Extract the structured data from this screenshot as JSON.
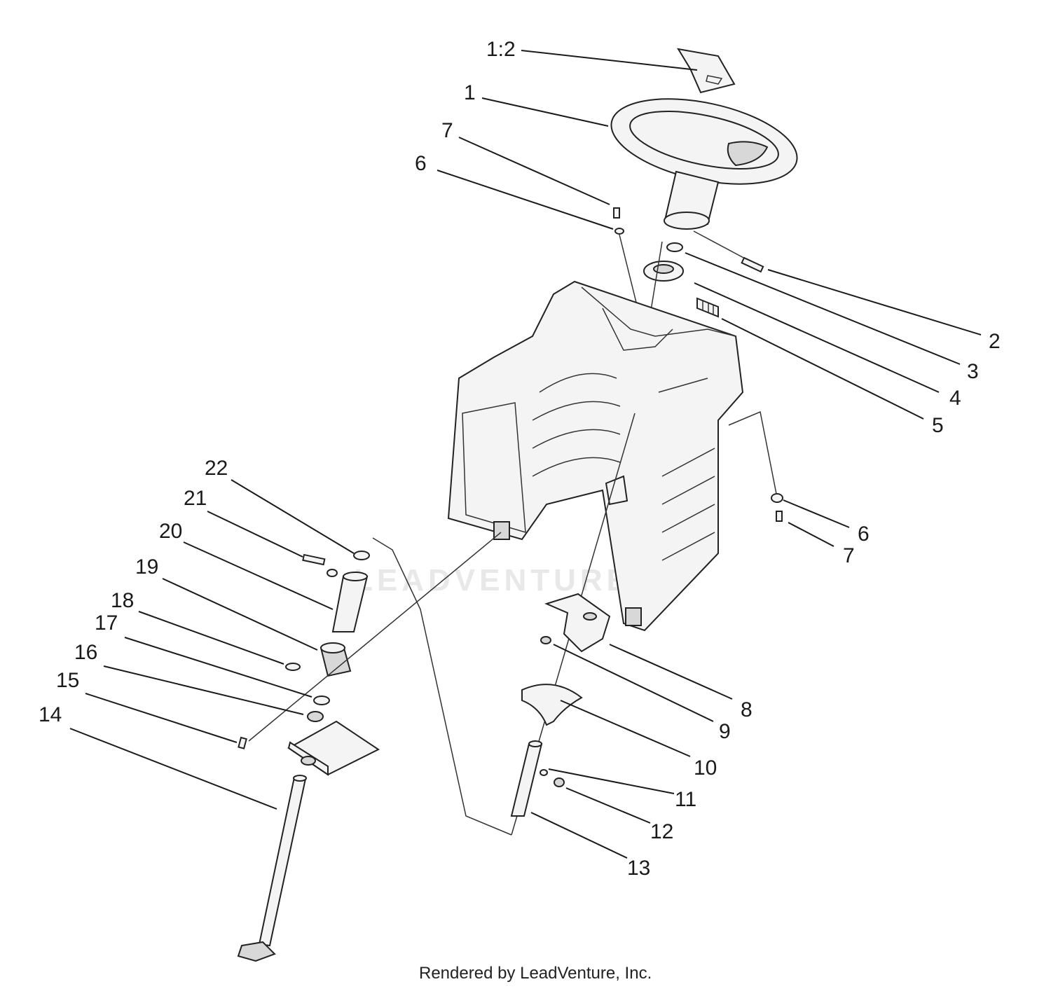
{
  "watermark": "LEADVENTURE",
  "credit": "Rendered by LeadVenture, Inc.",
  "callouts": {
    "c1_2": "1:2",
    "c1": "1",
    "c7a": "7",
    "c6a": "6",
    "c2": "2",
    "c3": "3",
    "c4": "4",
    "c5": "5",
    "c6b": "6",
    "c7b": "7",
    "c22": "22",
    "c21": "21",
    "c20": "20",
    "c19": "19",
    "c18": "18",
    "c17": "17",
    "c16": "16",
    "c15": "15",
    "c14": "14",
    "c8": "8",
    "c9": "9",
    "c10": "10",
    "c11": "11",
    "c12": "12",
    "c13": "13"
  }
}
